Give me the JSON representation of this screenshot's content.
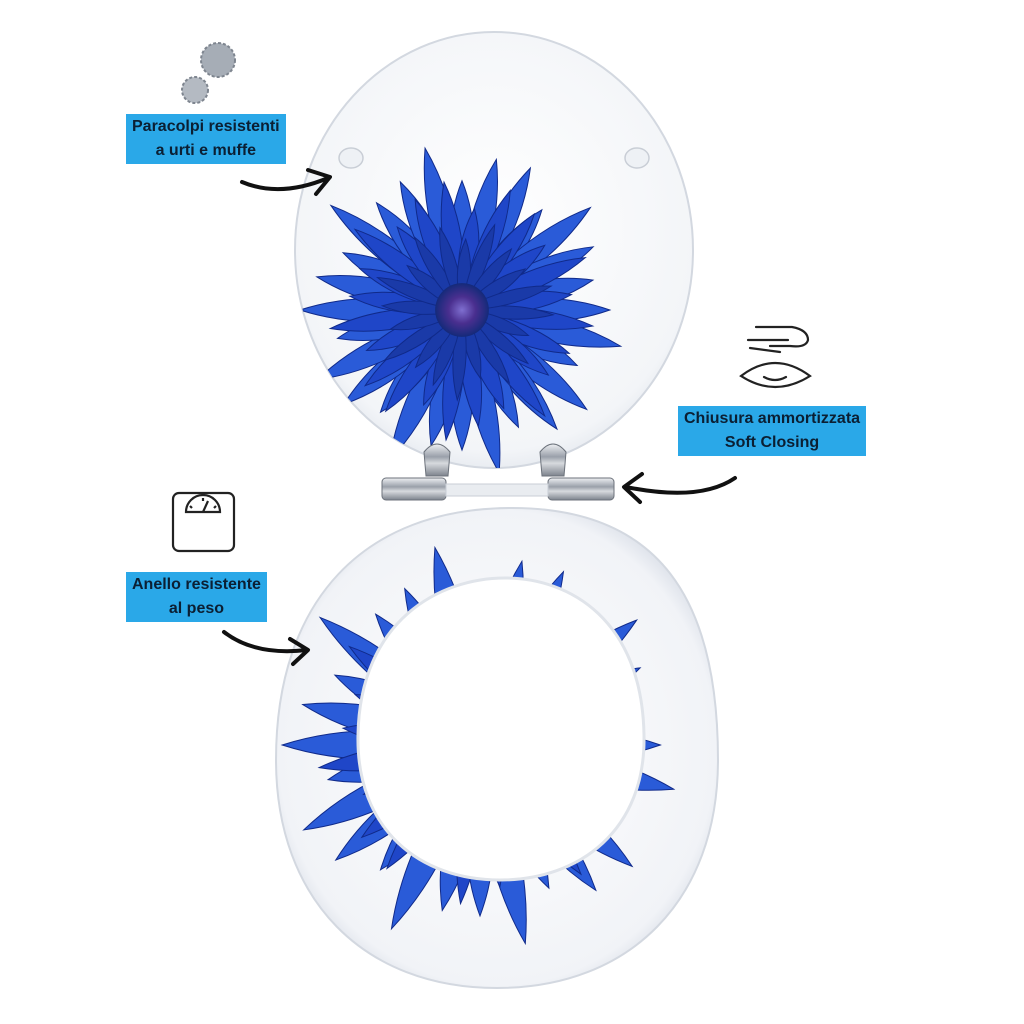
{
  "callouts": {
    "bumpers": {
      "line1": "Paracolpi resistenti",
      "line2": "a urti e muffe",
      "icon": "bubbles-icon"
    },
    "soft_close": {
      "line1": "Chiusura ammortizzata",
      "line2": "Soft Closing",
      "icon": "hand-over-lid-icon"
    },
    "ring": {
      "line1": "Anello resistente",
      "line2": "al peso",
      "icon": "bathroom-scale-icon"
    }
  },
  "colors": {
    "callout_bg": "#2aa8e8",
    "callout_text": "#0b1f33",
    "flower_blue": "#1f46c8",
    "flower_dark": "#102a8a",
    "flower_center": "#4a2f8f",
    "seat_white": "#ffffff",
    "chrome": "#b8bcc4"
  },
  "product": {
    "name": "toilet-seat-cornflower",
    "decor": "blue-cornflower"
  }
}
